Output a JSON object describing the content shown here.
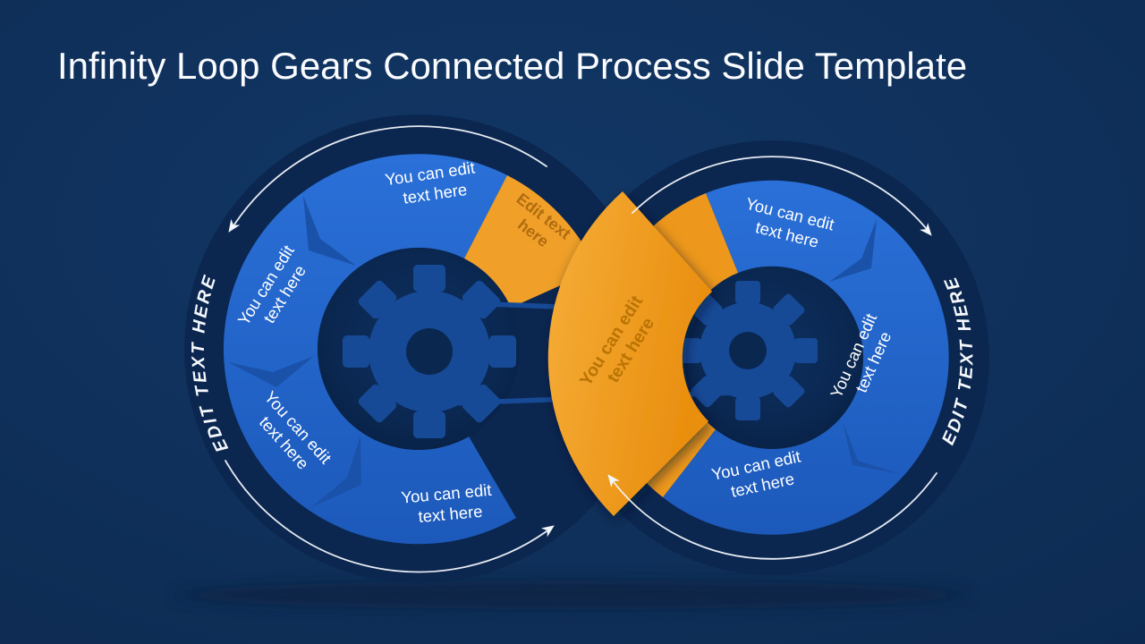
{
  "slide": {
    "title": "Infinity Loop Gears Connected Process Slide Template"
  },
  "colors": {
    "background": "#0f315f",
    "ring_dark": "#0b2750",
    "segment_blue": "#2164cc",
    "segment_divider_blue": "#1a52a9",
    "hub_navy": "#0a2750",
    "gear_blue": "#174a96",
    "orange": "#ef9d22",
    "orange_text": "#b06c10",
    "text_white": "#ffffff"
  },
  "left_loop": {
    "side_label": "EDIT TEXT HERE",
    "segments": {
      "top": {
        "line1": "You can edit",
        "line2": "text here"
      },
      "left": {
        "line1": "You can edit",
        "line2": "text here"
      },
      "bottom_left": {
        "line1": "You can edit",
        "line2": "text here"
      },
      "bottom": {
        "line1": "You can edit",
        "line2": "text here"
      },
      "orange": {
        "line1": "Edit text",
        "line2": "here"
      }
    }
  },
  "right_loop": {
    "side_label": "EDIT TEXT HERE",
    "segments": {
      "top": {
        "line1": "You can edit",
        "line2": "text here"
      },
      "right": {
        "line1": "You can edit",
        "line2": "text here"
      },
      "bottom": {
        "line1": "You can edit",
        "line2": "text here"
      }
    }
  },
  "center_band": {
    "line1": "You can edit",
    "line2": "text here"
  }
}
